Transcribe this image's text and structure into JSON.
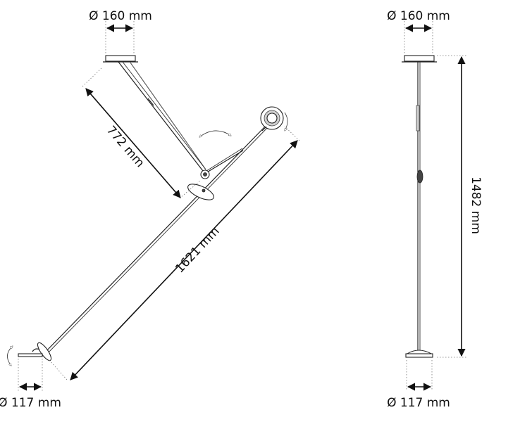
{
  "left_view": {
    "canopy_diameter": "Ø 160 mm",
    "arm_length": "772 mm",
    "stem_length": "1621 mm",
    "base_diameter": "Ø 117 mm"
  },
  "right_view": {
    "canopy_diameter": "Ø 160 mm",
    "height": "1482 mm",
    "base_diameter": "Ø 117 mm"
  },
  "colors": {
    "line": "#222222",
    "dimension": "#111111",
    "background": "#ffffff"
  }
}
